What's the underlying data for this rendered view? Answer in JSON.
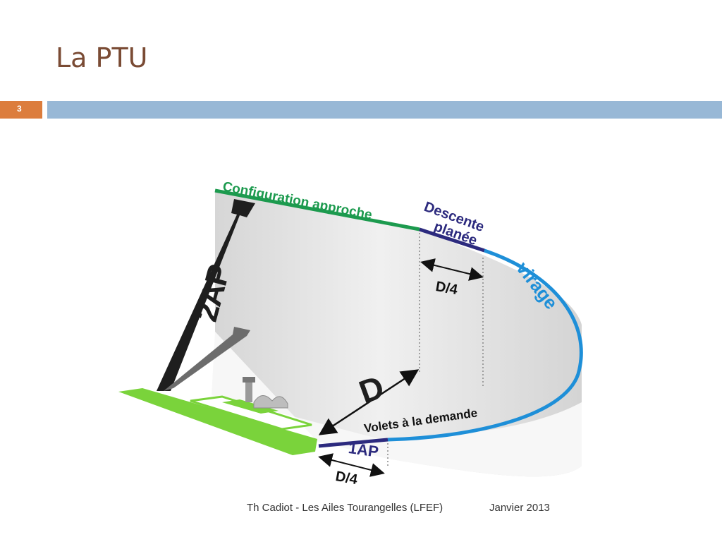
{
  "slide": {
    "title": "La PTU",
    "number": "3",
    "colors": {
      "title": "#7a4b34",
      "accent": "#dc7d3d",
      "band": "#98b8d6"
    }
  },
  "diagram": {
    "labels": {
      "config": "Configuration approche",
      "descente_1": "Descente",
      "descente_2": "planée",
      "virage": "virage",
      "d_quarter_top": "D/4",
      "altitude": "2AP",
      "distance": "D",
      "volets": "Volets à la demande",
      "one_ap": "1AP",
      "d_quarter_bottom": "D/4"
    },
    "colors": {
      "config_leg": "#1c9a4e",
      "descent_leg": "#2c2a7e",
      "turn": "#1e8fd8",
      "runway": "#7ad33b",
      "wall": "#e0e0e0"
    }
  },
  "footer": {
    "left": "Th Cadiot - Les Ailes Tourangelles (LFEF)",
    "right": "Janvier 2013"
  }
}
